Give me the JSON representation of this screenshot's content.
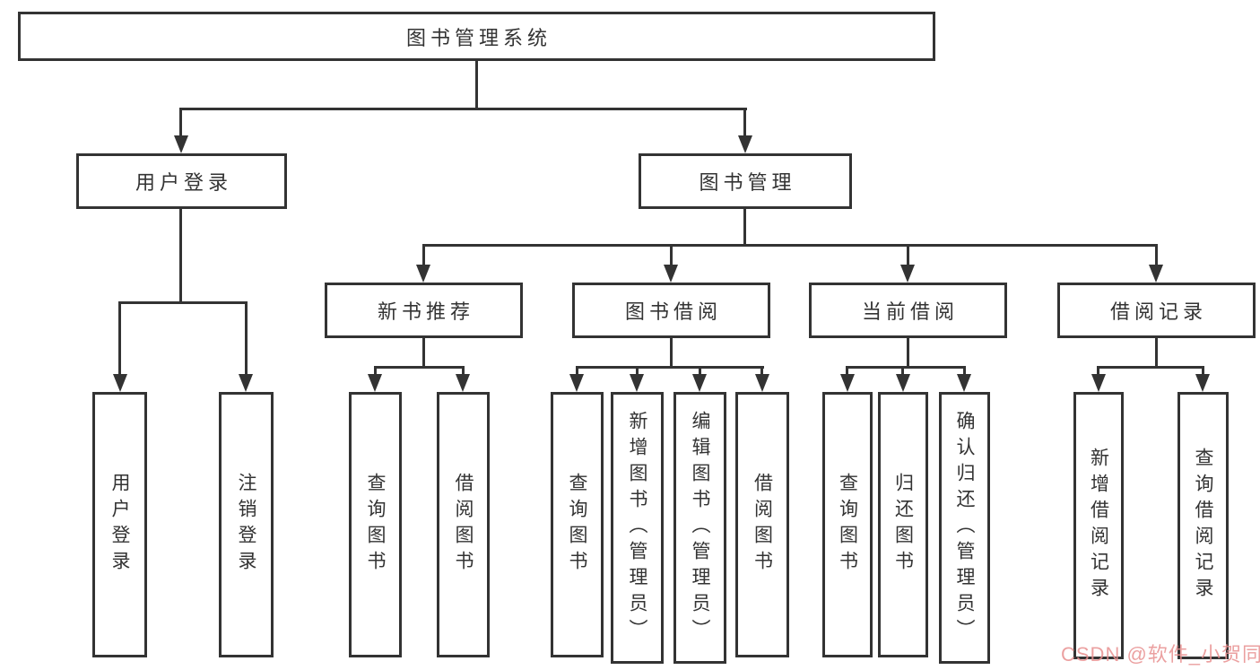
{
  "tree": {
    "root": "图书管理系统",
    "level2": [
      "用户登录",
      "图书管理"
    ],
    "level3": [
      "新书推荐",
      "图书借阅",
      "当前借阅",
      "借阅记录"
    ],
    "leaves_user_login": [
      "用户登录",
      "注销登录"
    ],
    "leaves_new_book": [
      "查询图书",
      "借阅图书"
    ],
    "leaves_book_borrow": [
      "查询图书",
      "新增图书（管理员）",
      "编辑图书（管理员）",
      "借阅图书"
    ],
    "leaves_current_borrow": [
      "查询图书",
      "归还图书",
      "确认归还（管理员）"
    ],
    "leaves_borrow_records": [
      "新增借阅记录",
      "查询借阅记录"
    ]
  },
  "watermark": {
    "text": "CSDN @软件_小贺同学",
    "color": "#e89090"
  },
  "colors": {
    "line": "#333333",
    "box_border": "#333333",
    "box_background": "#ffffff",
    "text": "#333333",
    "page_background": "#ffffff"
  }
}
